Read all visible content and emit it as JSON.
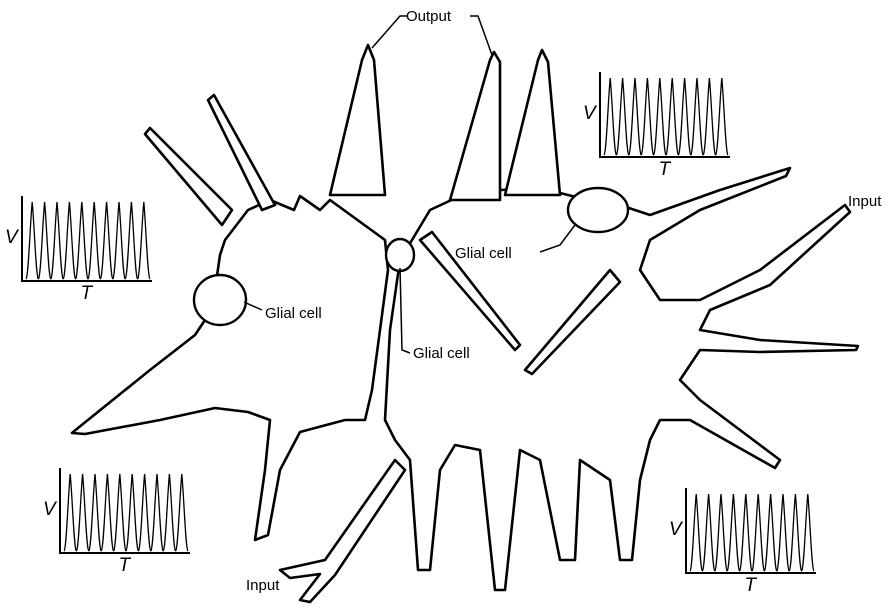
{
  "labels": {
    "output": "Output",
    "input_right": "Input",
    "input_bottom": "Input",
    "glial_left": "Glial cell",
    "glial_center": "Glial cell",
    "glial_right": "Glial cell"
  },
  "spike_plots": [
    {
      "v_label": "V",
      "t_label": "T",
      "spikes": 10
    },
    {
      "v_label": "V",
      "t_label": "T",
      "spikes": 10
    },
    {
      "v_label": "V",
      "t_label": "T",
      "spikes": 10
    },
    {
      "v_label": "V",
      "t_label": "T",
      "spikes": 10
    }
  ]
}
